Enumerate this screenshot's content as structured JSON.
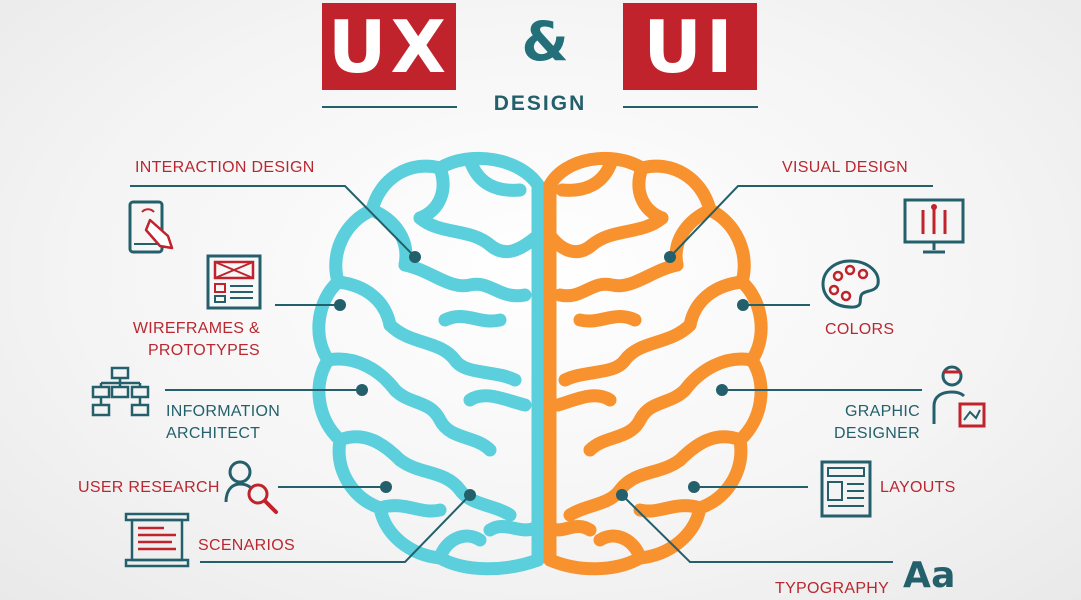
{
  "header": {
    "ux": "UX",
    "amp": "&",
    "ui": "UI",
    "subtitle": "DESIGN"
  },
  "ux_side": {
    "interaction_design": "INTERACTION DESIGN",
    "wireframes_1": "WIREFRAMES &",
    "wireframes_2": "PROTOTYPES",
    "info_arch_1": "INFORMATION",
    "info_arch_2": "ARCHITECT",
    "user_research": "USER RESEARCH",
    "scenarios": "SCENARIOS"
  },
  "ui_side": {
    "visual_design": "VISUAL DESIGN",
    "colors": "COLORS",
    "graphic_1": "GRAPHIC",
    "graphic_2": "DESIGNER",
    "layouts": "LAYOUTS",
    "typography": "TYPOGRAPHY",
    "typography_glyph": "Aa"
  },
  "colors": {
    "red": "#c0232c",
    "teal_dark": "#24606b",
    "brain_left": "#5ccfdc",
    "brain_right": "#f7922f"
  }
}
